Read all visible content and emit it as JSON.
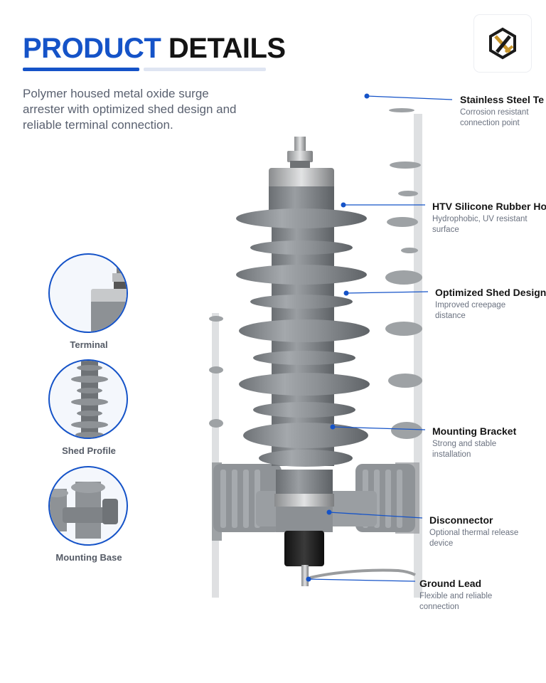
{
  "header": {
    "title_part1": "PRODUCT",
    "title_part2": "DETAILS",
    "description": "Polymer housed metal oxide surge arrester with optimized shed design and reliable terminal connection."
  },
  "logo": {
    "icon": "hexagon-logo-icon"
  },
  "thumbnails": [
    {
      "label": "Terminal"
    },
    {
      "label": "Shed Profile"
    },
    {
      "label": "Mounting Base"
    }
  ],
  "callouts": [
    {
      "title": "Stainless Steel Te",
      "subtitle": "Corrosion resistant connection point"
    },
    {
      "title": "HTV Silicone Rubber Ho",
      "subtitle": "Hydrophobic, UV resistant surface"
    },
    {
      "title": "Optimized Shed Design",
      "subtitle": "Improved creepage distance"
    },
    {
      "title": "Mounting Bracket",
      "subtitle": "Strong and stable installation"
    },
    {
      "title": "Disconnector",
      "subtitle": "Optional thermal release device"
    },
    {
      "title": "Ground Lead",
      "subtitle": "Flexible and reliable connection"
    }
  ],
  "colors": {
    "accent": "#1553c8",
    "heading": "#141414",
    "body_text": "#5a6170",
    "housing": "#8e9296"
  }
}
